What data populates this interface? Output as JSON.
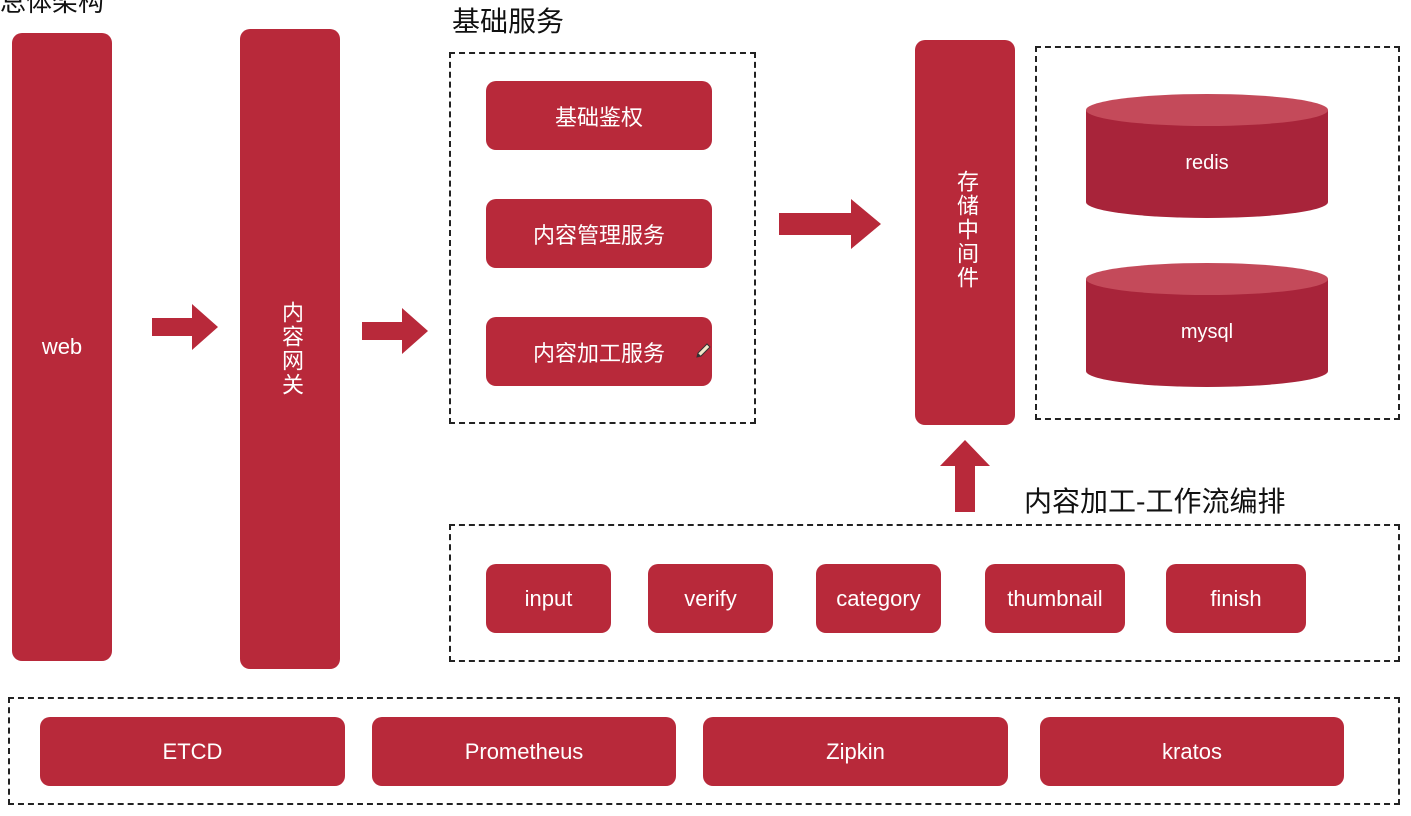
{
  "colors": {
    "box": "#b8293a",
    "box_dark": "#9e2030",
    "border": "#222222"
  },
  "partial_title": "总体架构",
  "columns": {
    "web": "web",
    "gateway": "内容网关"
  },
  "base_services": {
    "title": "基础服务",
    "items": [
      "基础鉴权",
      "内容管理服务",
      "内容加工服务"
    ]
  },
  "storage": {
    "middleware": "存储中间件",
    "stores": [
      "redis",
      "mysql"
    ]
  },
  "workflow": {
    "title": "内容加工-工作流编排",
    "steps": [
      "input",
      "verify",
      "category",
      "thumbnail",
      "finish"
    ]
  },
  "infra": [
    "ETCD",
    "Prometheus",
    "Zipkin",
    "kratos"
  ]
}
